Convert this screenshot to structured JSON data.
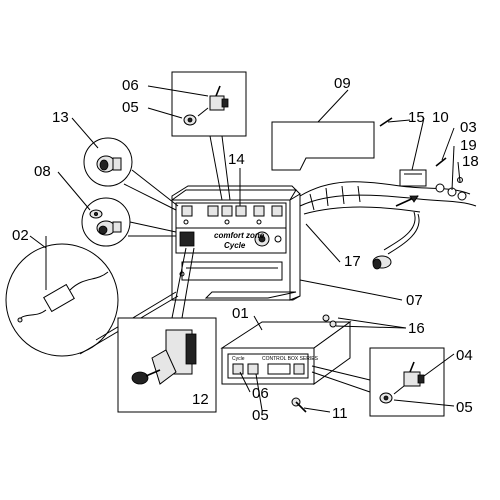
{
  "diagram": {
    "callouts": {
      "c01": "01",
      "c02": "02",
      "c03": "03",
      "c04": "04",
      "c05a": "05",
      "c05b": "05",
      "c05c": "05",
      "c06a": "06",
      "c06b": "06",
      "c07": "07",
      "c08": "08",
      "c09": "09",
      "c10": "10",
      "c11": "11",
      "c12": "12",
      "c13": "13",
      "c14": "14",
      "c15": "15",
      "c16": "16",
      "c17": "17",
      "c18": "18",
      "c19": "19"
    },
    "panel_logo_text": "comfort zone",
    "panel_brand_text": "Cycle",
    "plate_brand_text": "Cycle",
    "plate_caption_text": "CONTROL BOX SERIES"
  }
}
